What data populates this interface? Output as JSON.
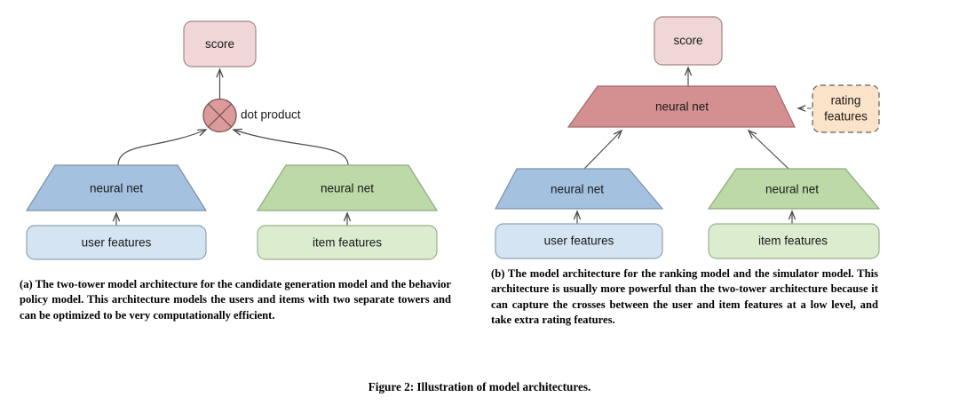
{
  "figure": {
    "caption": "Figure 2: Illustration of model architectures."
  },
  "panel_a": {
    "id": "a",
    "caption": "(a) The two-tower model architecture for the candidate generation model and the behavior policy model. This architecture models the users and items with two separate towers and can be optimized to be very computationally efficient.",
    "nodes": {
      "score": "score",
      "dot_product_label": "dot product",
      "left_tower": "neural net",
      "right_tower": "neural net",
      "left_features": "user features",
      "right_features": "item features"
    }
  },
  "panel_b": {
    "id": "b",
    "caption": "(b) The model architecture for the ranking model and the simulator model. This architecture is usually more powerful than the two-tower architecture because it can capture the crosses between the user and item features at a low level, and take extra rating features.",
    "nodes": {
      "score": "score",
      "top_net": "neural net",
      "rating_features_line1": "rating",
      "rating_features_line2": "features",
      "left_tower": "neural net",
      "right_tower": "neural net",
      "left_features": "user features",
      "right_features": "item features"
    }
  },
  "colors": {
    "score_fill": "#f0d6d6",
    "score_stroke": "#a58686",
    "dot_product_fill": "#dd9a9a",
    "dot_product_stroke": "#9a6767",
    "blue_net_fill": "#a4c2e0",
    "blue_net_stroke": "#7d90a6",
    "blue_features_fill": "#d4e4f2",
    "blue_features_stroke": "#8fa2b5",
    "green_net_fill": "#bcd9a7",
    "green_net_stroke": "#8fa97f",
    "green_features_fill": "#dceccf",
    "green_features_stroke": "#9bb08c",
    "red_net_fill": "#d49090",
    "red_net_stroke": "#9d6a6a",
    "rating_fill": "#fae3c8",
    "rating_stroke": "#5f5f5f",
    "connector": "#4d4d4d",
    "text": "#1a1a1a"
  }
}
